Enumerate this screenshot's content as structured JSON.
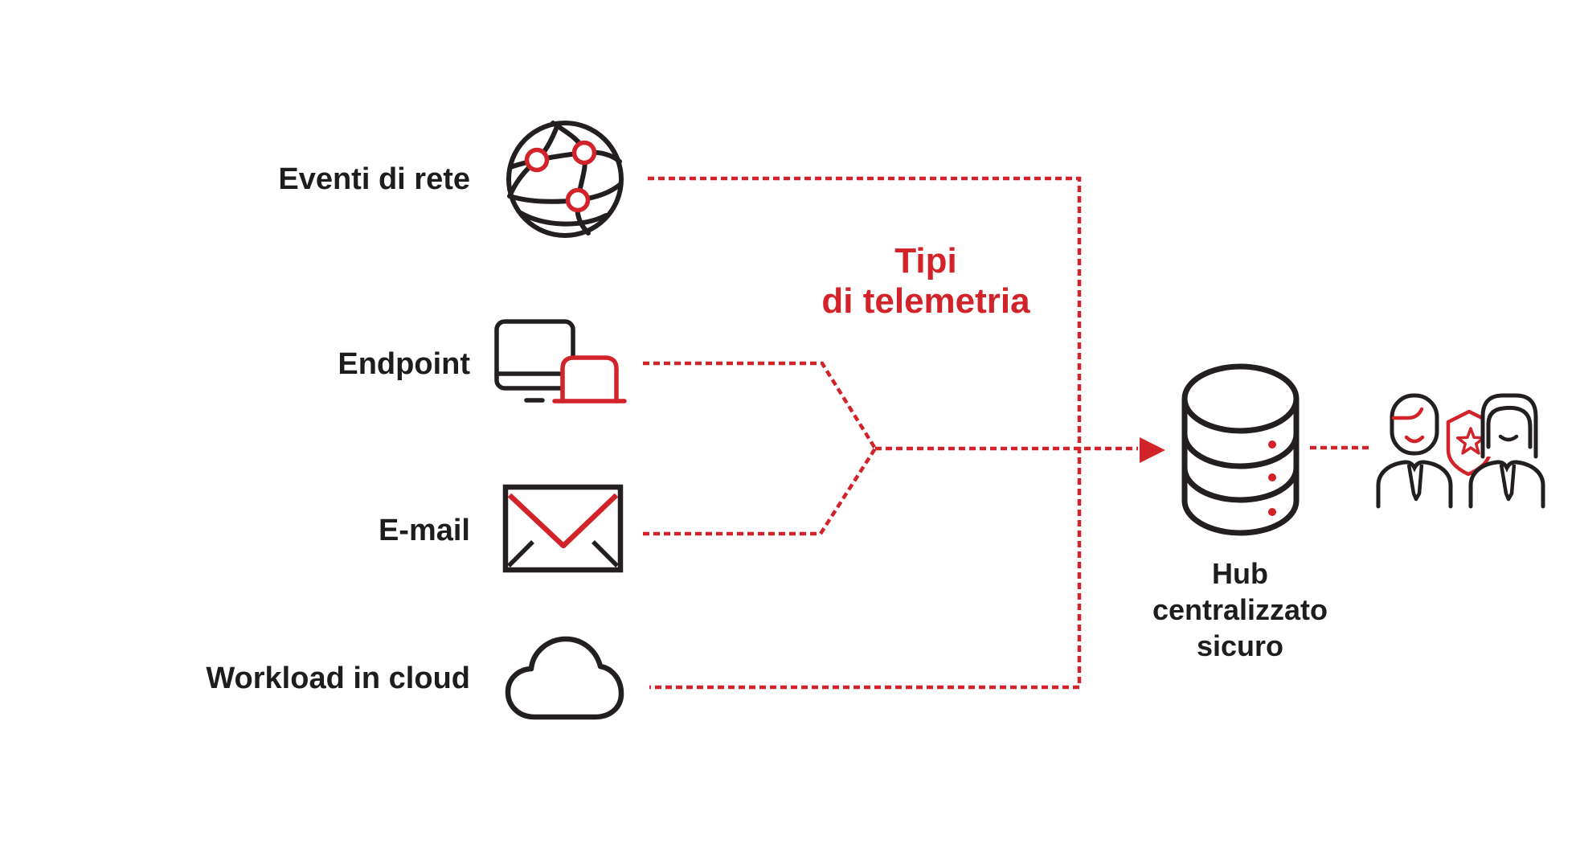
{
  "diagram_title": "Tipi\ndi telemetria",
  "sources": [
    {
      "label": "Eventi di rete",
      "icon": "network-globe-icon"
    },
    {
      "label": "Endpoint",
      "icon": "endpoint-devices-icon"
    },
    {
      "label": "E-mail",
      "icon": "email-envelope-icon"
    },
    {
      "label": "Workload in cloud",
      "icon": "cloud-icon"
    }
  ],
  "hub": {
    "label": "Hub\ncentralizzato\nsicuro",
    "icon": "database-icon"
  },
  "destination": {
    "icon": "analysts-team-icon"
  },
  "colors": {
    "accent_red": "#d2232a",
    "line_black": "#231f20",
    "text_black": "#1d1d1b",
    "background": "#ffffff"
  }
}
